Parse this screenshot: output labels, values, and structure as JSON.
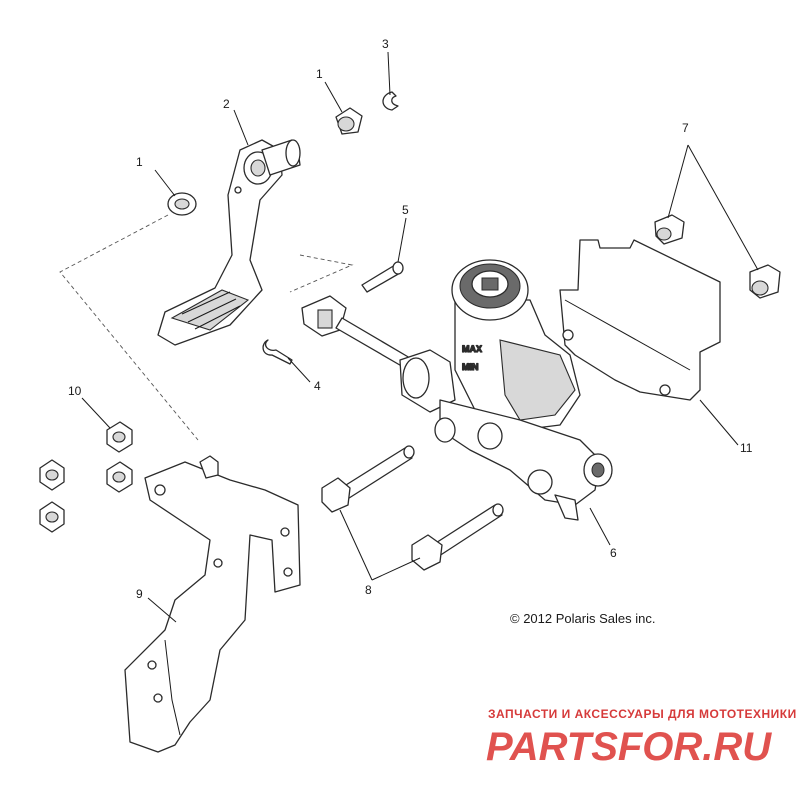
{
  "callouts": {
    "c1a": "1",
    "c1b": "1",
    "c2": "2",
    "c3": "3",
    "c4": "4",
    "c5": "5",
    "c6": "6",
    "c7": "7",
    "c8": "8",
    "c9": "9",
    "c10": "10",
    "c11": "11"
  },
  "reservoir_labels": {
    "max": "MAX",
    "min": "MIN"
  },
  "copyright": "© 2012 Polaris Sales inc.",
  "watermark": {
    "tagline": "ЗАПЧАСТИ И АКСЕССУАРЫ ДЛЯ МОТОТЕХНИКИ",
    "logo": "PARTSFOR.RU"
  },
  "colors": {
    "line": "#2b2b2b",
    "watermark": "#e0524f"
  }
}
